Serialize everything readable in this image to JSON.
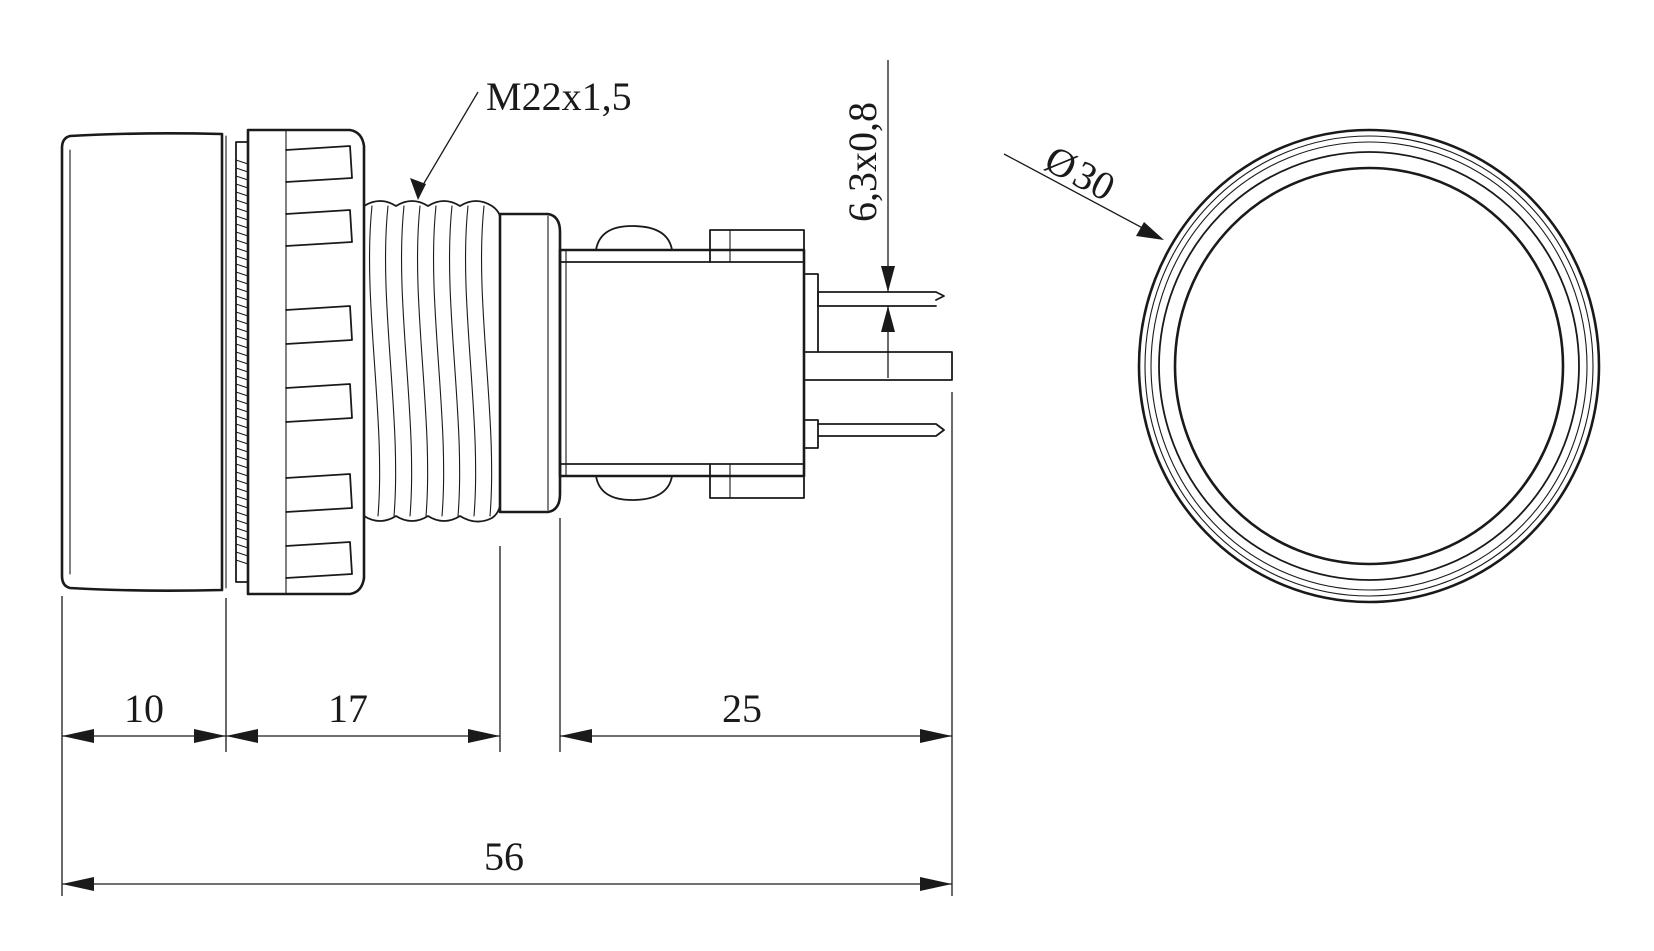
{
  "labels": {
    "thread": "M22x1,5",
    "terminal": "6,3x0,8",
    "diameter": "30",
    "diameter_symbol": "Ø",
    "dim_front": "10",
    "dim_body": "17",
    "dim_rear": "25",
    "dim_total": "56"
  },
  "colors": {
    "line": "#1a1a1a",
    "background": "#ffffff"
  }
}
